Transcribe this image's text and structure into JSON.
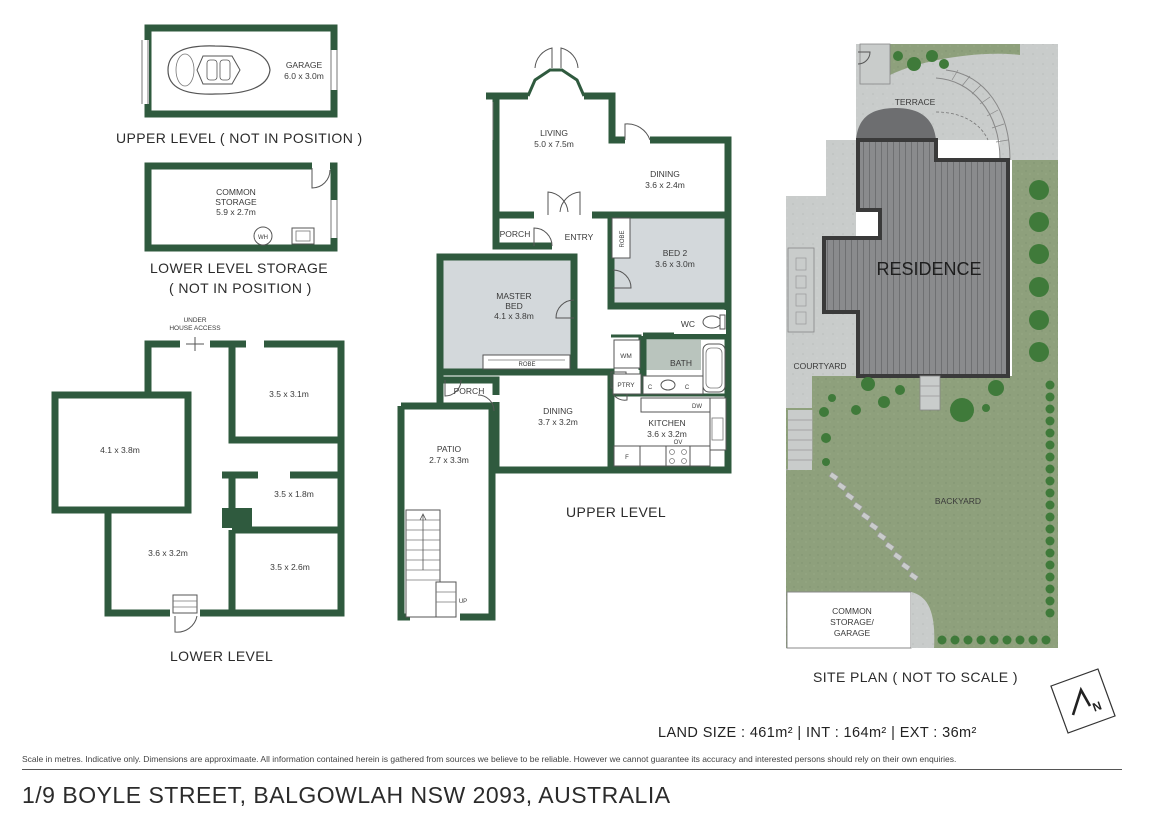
{
  "address": "1/9 BOYLE STREET, BALGOWLAH NSW 2093, AUSTRALIA",
  "disclaimer": "Scale in metres. Indicative only. Dimensions are approximaate. All information contained herein is gathered from sources we believe to be reliable. However we cannot guarantee its accuracy and interested persons should rely on their own enquiries.",
  "areas": {
    "land": "LAND SIZE : 461m²",
    "internal": "INT : 164m²",
    "external": "EXT : 36m²",
    "separator": "|"
  },
  "captions": {
    "garage_plan": "UPPER LEVEL ( NOT IN POSITION )",
    "storage_plan_line1": "LOWER LEVEL STORAGE",
    "storage_plan_line2": "( NOT IN POSITION )",
    "lower_level": "LOWER LEVEL",
    "upper_level": "UPPER LEVEL",
    "site_plan": "SITE PLAN ( NOT TO SCALE )"
  },
  "garage": {
    "name": "GARAGE",
    "size": "6.0 x 3.0m"
  },
  "common_storage": {
    "name_line1": "COMMON",
    "name_line2": "STORAGE",
    "size": "5.9 x 2.7m",
    "wh": "WH"
  },
  "lower_level": {
    "under_house_line1": "UNDER",
    "under_house_line2": "HOUSE ACCESS",
    "rooms": [
      "4.1 x 3.8m",
      "3.5 x 3.1m",
      "3.5 x 1.8m",
      "3.6 x 3.2m",
      "3.5 x 2.6m"
    ]
  },
  "upper_level": {
    "living": {
      "name": "LIVING",
      "size": "5.0 x 7.5m"
    },
    "dining_top": {
      "name": "DINING",
      "size": "3.6 x 2.4m"
    },
    "porch_top": "PORCH",
    "entry": "ENTRY",
    "robe_side": "ROBE",
    "bed2": {
      "name": "BED 2",
      "size": "3.6 x 3.0m"
    },
    "master": {
      "name_line1": "MASTER",
      "name_line2": "BED",
      "size": "4.1 x 3.8m"
    },
    "robe_master": "ROBE",
    "wc": "WC",
    "wm": "WM",
    "bath": "BATH",
    "porch_lower": "PORCH",
    "ptry": "PTRY",
    "c1": "C",
    "c2": "C",
    "dw": "DW",
    "ov": "OV",
    "f": "F",
    "dining_lower": {
      "name": "DINING",
      "size": "3.7 x 3.2m"
    },
    "kitchen": {
      "name": "KITCHEN",
      "size": "3.6 x 3.2m"
    },
    "patio": {
      "name": "PATIO",
      "size": "2.7 x 3.3m"
    },
    "up": "UP"
  },
  "site_plan": {
    "terrace": "TERRACE",
    "residence": "RESIDENCE",
    "courtyard": "COURTYARD",
    "backyard": "BACKYARD",
    "common_line1": "COMMON",
    "common_line2": "STORAGE/",
    "common_line3": "GARAGE"
  },
  "compass": {
    "label": "N"
  },
  "colors": {
    "wall": "#2f5a3e",
    "bedroom_fill": "#d3d8db",
    "bath_fill": "#b9c4bd",
    "lawn": "#8ea07c",
    "paving": "#c8cbc9",
    "roof": "#8a8b8d",
    "shrub": "#3f7a3a"
  }
}
